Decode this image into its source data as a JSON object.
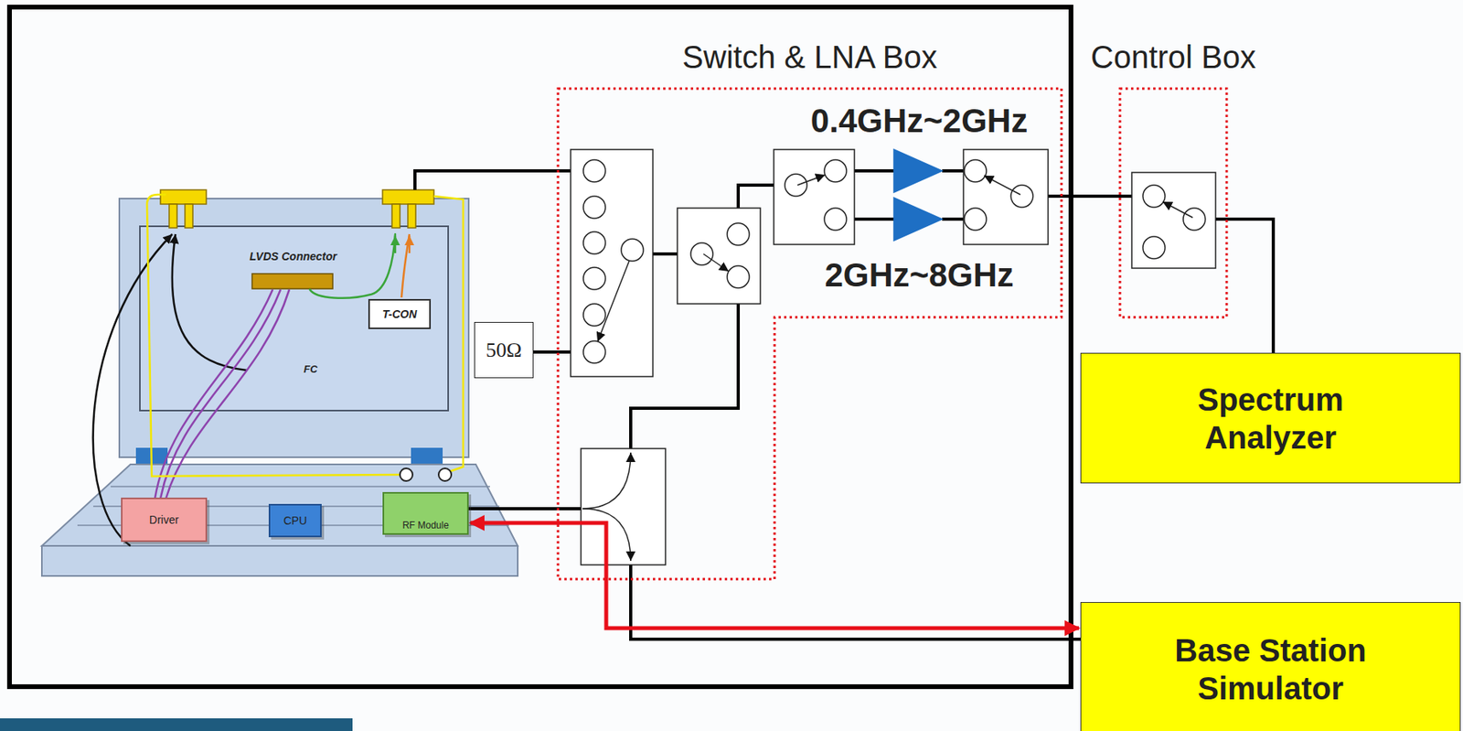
{
  "diagram": {
    "nodes": [
      {
        "text": [
          "Switch & LNA Box"
        ]
      },
      {
        "text": [
          "Control Box"
        ]
      },
      {
        "text": [
          "50Ω"
        ]
      },
      {
        "text": [
          "T-CON"
        ]
      },
      {
        "text": [
          "Driver"
        ]
      },
      {
        "text": [
          "CPU"
        ]
      },
      {
        "text": [
          "RF Module"
        ]
      },
      {
        "text": [
          "Spectrum Analyzer"
        ]
      },
      {
        "text": [
          "Base Station Simulator"
        ]
      }
    ],
    "edges": [
      {
        "from": 0,
        "to": 1,
        "arrow": "none"
      },
      {
        "from": 1,
        "to": 7,
        "arrow": "none"
      },
      {
        "from": 6,
        "to": 8,
        "arrow": "both"
      }
    ],
    "labels": [
      "0.4GHz~2GHz",
      "2GHz~8GHz",
      "LVDS Connector",
      "FC"
    ]
  }
}
